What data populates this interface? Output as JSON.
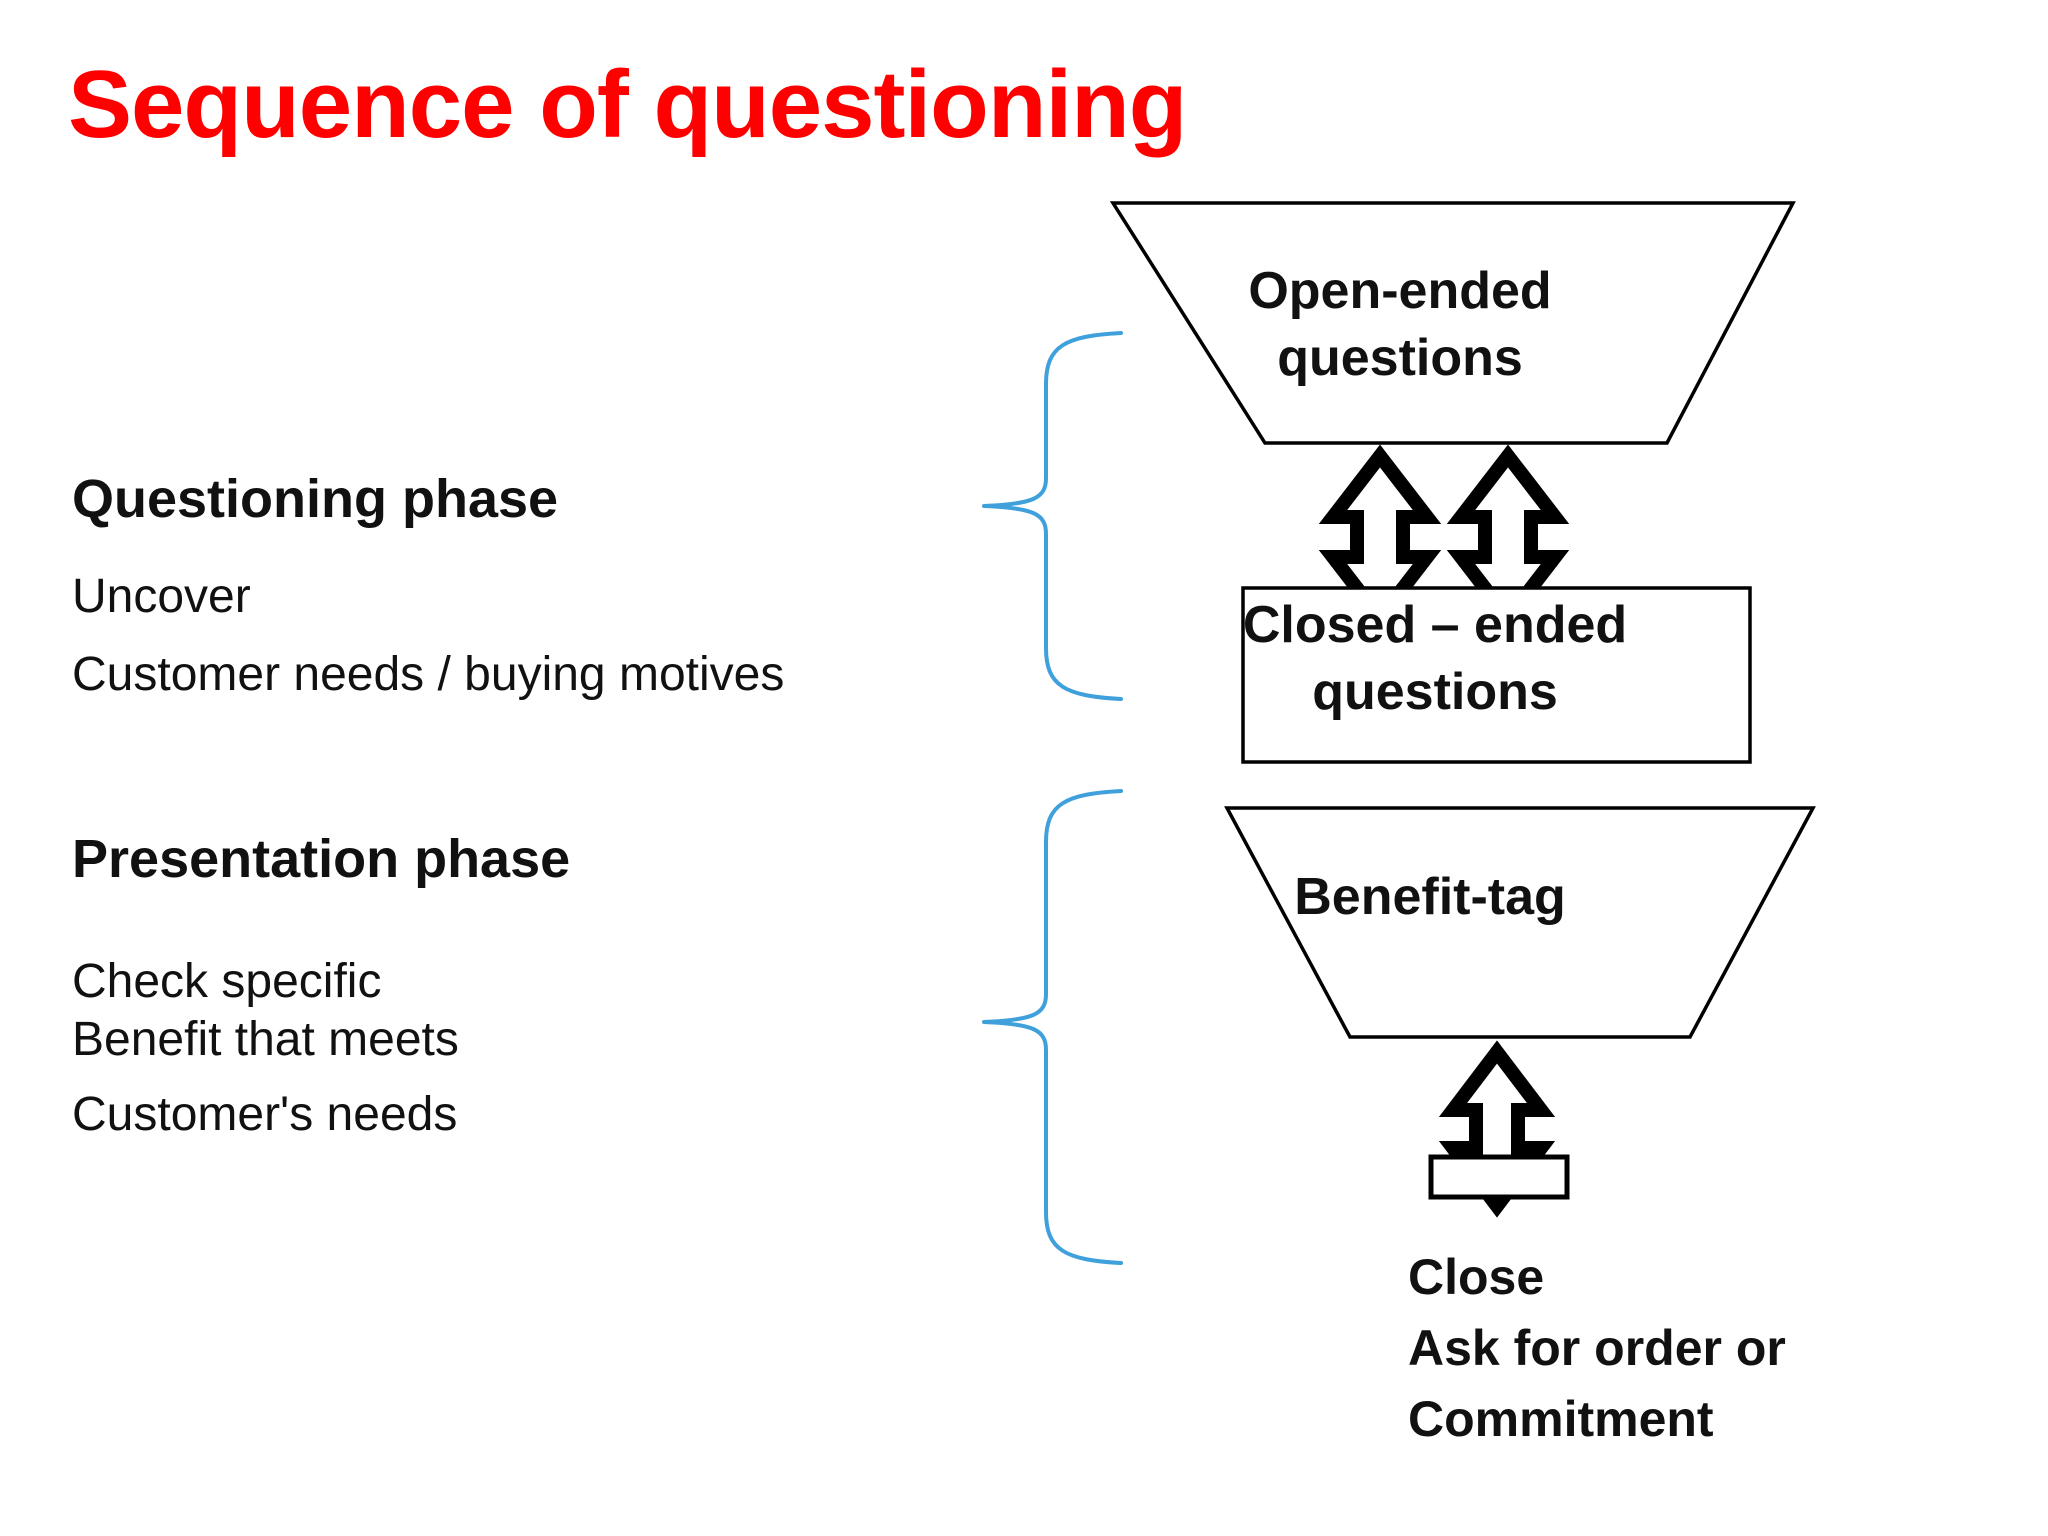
{
  "slide": {
    "title": "Sequence of questioning",
    "title_color": "#ff0000",
    "background_color": "#ffffff",
    "brace_color": "#3fa0dc",
    "shape_outline_color": "#000000"
  },
  "left_column": {
    "questioning": {
      "heading": "Questioning phase",
      "lines": [
        "Uncover",
        "Customer needs / buying motives"
      ]
    },
    "presentation": {
      "heading": "Presentation phase",
      "lines": [
        "Check specific",
        "Benefit that meets",
        "Customer's needs"
      ]
    }
  },
  "diagram": {
    "funnel_top": {
      "shape": "trapezoid",
      "label_line1": "Open-ended",
      "label_line2": "questions"
    },
    "middle_box": {
      "shape": "rectangle",
      "label_line1": "Closed – ended",
      "label_line2": "questions"
    },
    "funnel_bottom": {
      "shape": "trapezoid",
      "label": "Benefit-tag"
    },
    "end_box": {
      "shape": "rectangle",
      "label": ""
    },
    "connectors": [
      {
        "name": "double-arrow-left",
        "icon": "double-headed-vertical-arrow-icon"
      },
      {
        "name": "double-arrow-right",
        "icon": "double-headed-vertical-arrow-icon"
      },
      {
        "name": "double-arrow-bottom",
        "icon": "double-headed-vertical-arrow-icon"
      }
    ],
    "close_block": {
      "line1": "Close",
      "line2": "Ask for order or",
      "line3": "Commitment"
    }
  }
}
